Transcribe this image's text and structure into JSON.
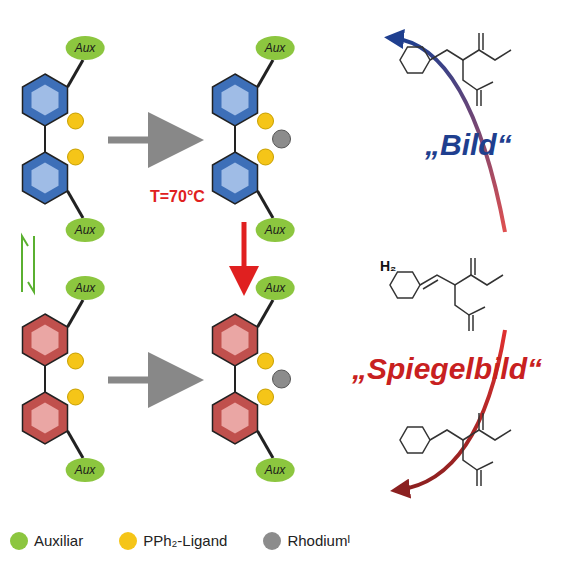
{
  "diagram": {
    "nodes": [
      {
        "text": [
          "Aux"
        ]
      },
      {
        "text": [
          "Aux"
        ]
      },
      {
        "text": [
          "Aux"
        ]
      },
      {
        "text": [
          "Aux"
        ]
      },
      {
        "text": [
          "Aux"
        ]
      },
      {
        "text": [
          "Aux"
        ]
      },
      {
        "text": [
          "Aux"
        ]
      },
      {
        "text": [
          "Aux"
        ]
      }
    ],
    "labels": [
      "T=70°C",
      "„Bild“",
      "H₂",
      "„Spiegelbild“"
    ],
    "legend": [
      {
        "text": "Auxiliar",
        "color": "#8cc63f"
      },
      {
        "text": "PPh₂-Ligand",
        "color": "#f5c518"
      },
      {
        "text": "Rhodiumᴵ",
        "color": "#8c8c8c"
      }
    ]
  }
}
